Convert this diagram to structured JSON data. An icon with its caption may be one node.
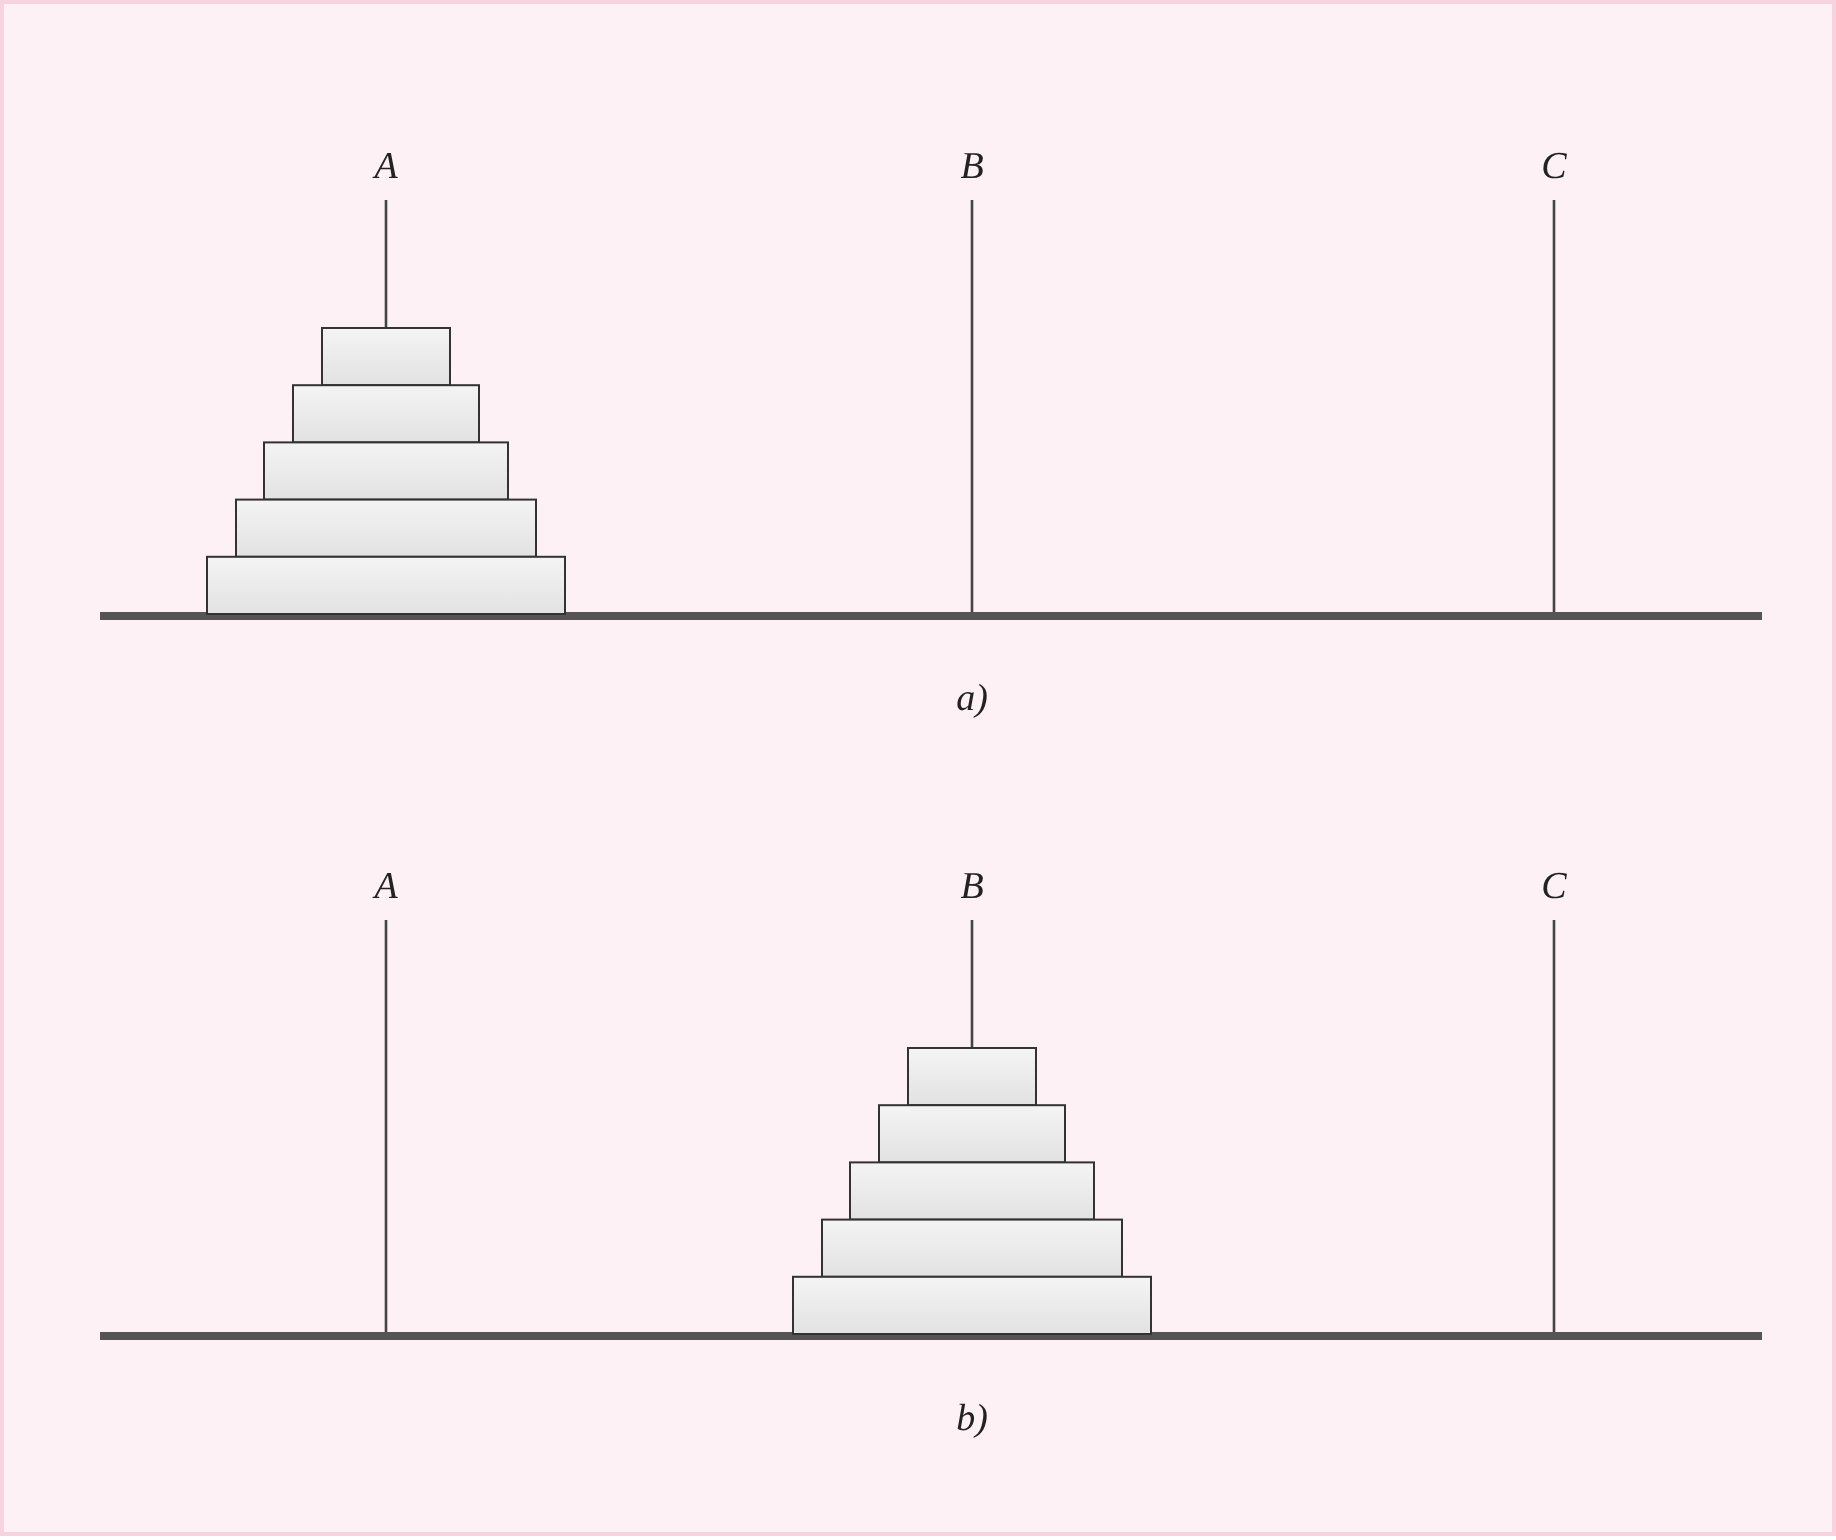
{
  "diagram": {
    "labels": [
      "A",
      "B",
      "C",
      "a)",
      "A",
      "B",
      "C",
      "b)"
    ]
  }
}
